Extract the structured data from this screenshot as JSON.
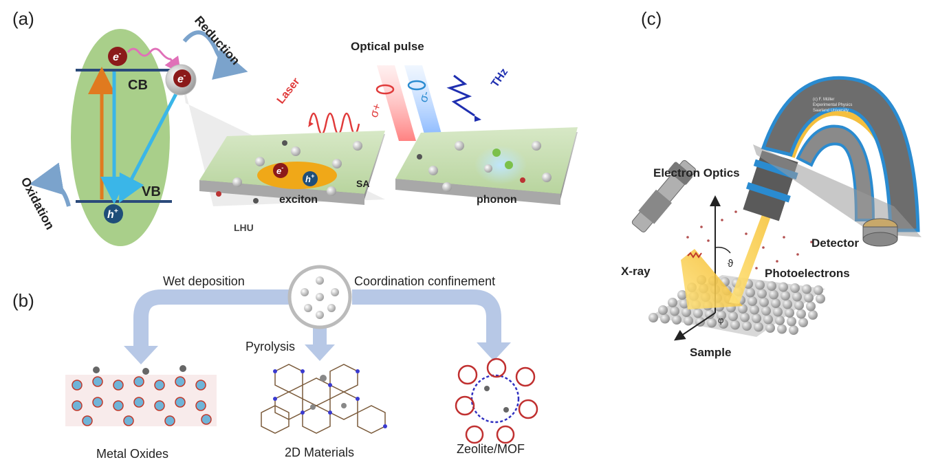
{
  "panel_a": {
    "label": "(a)",
    "electron": "e",
    "electron_sup": "-",
    "hole": "h",
    "hole_sup": "+",
    "cb": "CB",
    "vb": "VB",
    "reduction": "Reduction",
    "oxidation": "Oxidation",
    "optical_pulse": "Optical pulse",
    "laser": "Laser",
    "sigma_plus": "σ+",
    "sigma_minus": "σ-",
    "thz": "THz",
    "exciton": "exciton",
    "sa": "SA",
    "lhu": "LHU",
    "phonon": "phonon"
  },
  "panel_b": {
    "label": "(b)",
    "wet_deposition": "Wet deposition",
    "coordination_confinement": "Coordination confinement",
    "pyrolysis": "Pyrolysis",
    "metal_oxides": "Metal Oxides",
    "materials_2d": "2D Materials",
    "zeolite_mof": "Zeolite/MOF"
  },
  "panel_c": {
    "label": "(c)",
    "electron_optics": "Electron Optics",
    "detector": "Detector",
    "xray": "X-ray",
    "photoelectrons": "Photoelectrons",
    "sample": "Sample",
    "theta": "ϑ",
    "phi": "φ",
    "credit_1": "(c) F. Müller",
    "credit_2": "Experimental Physics",
    "credit_3": "Saarland University"
  },
  "colors": {
    "ellipse_green": "#a9cf8a",
    "band_blue": "#2b4a7a",
    "arrow_orange": "#e07a1f",
    "arrow_cyan": "#3ab6e8",
    "arrow_pink": "#e070b8",
    "flow_arrow": "#b7c8e6",
    "electron_red": "#8b1a1a",
    "hole_blue": "#1f4e79",
    "laser_red": "#e03a3a",
    "thz_blue": "#1f2fb0",
    "detector_blue": "#2a8bd0",
    "beam_yellow": "#f3c431"
  }
}
